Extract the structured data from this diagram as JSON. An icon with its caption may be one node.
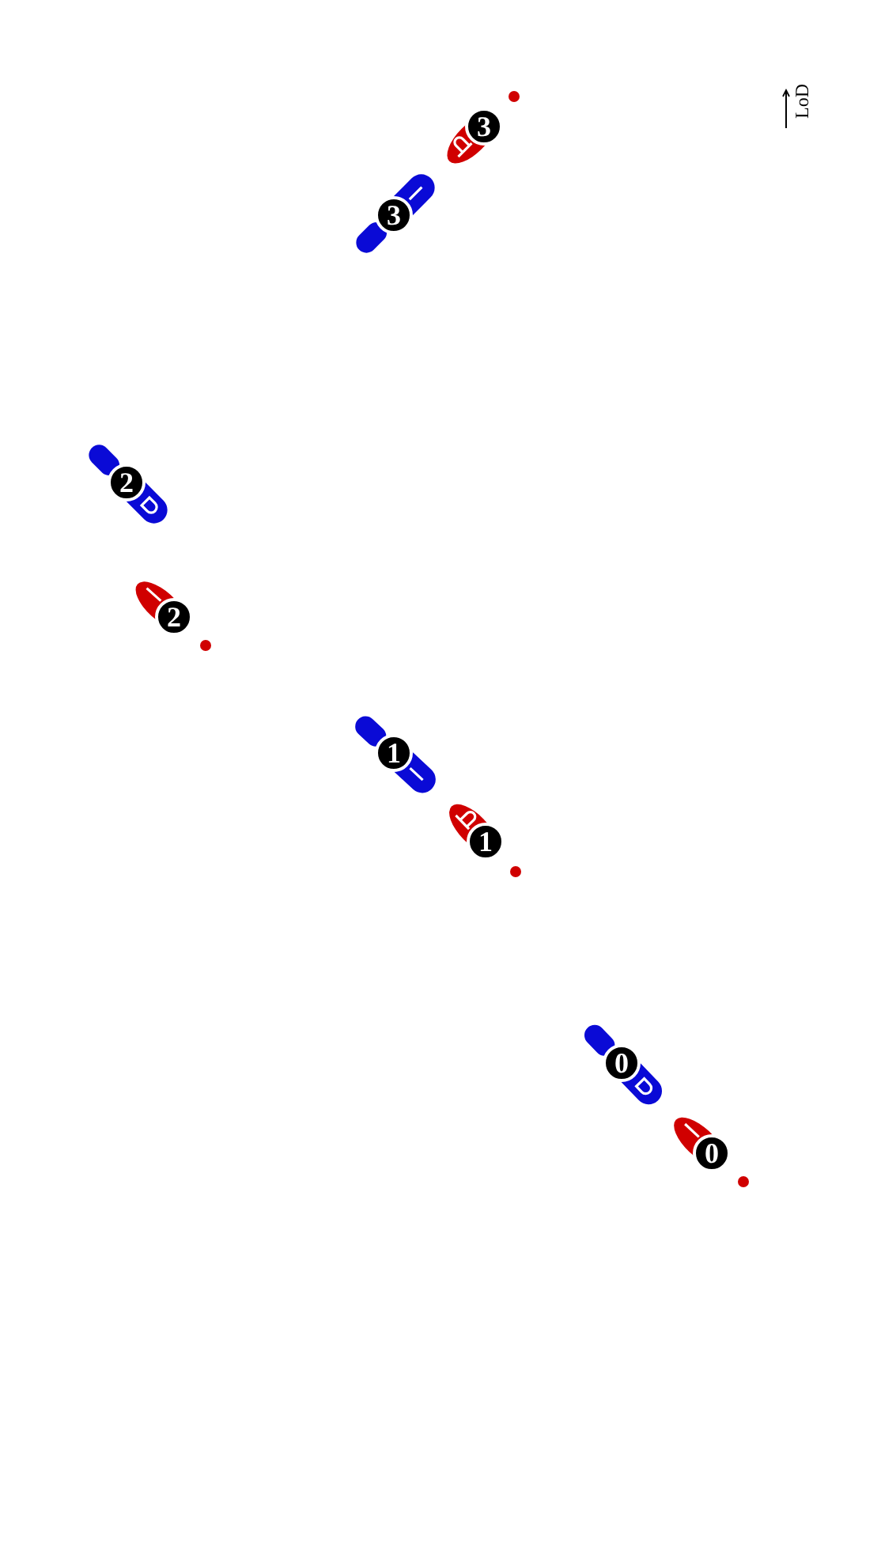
{
  "diagram": {
    "nodes": [
      {
        "text": [
          "3"
        ]
      },
      {
        "text": [
          "3"
        ]
      },
      {
        "text": [
          "2"
        ]
      },
      {
        "text": [
          "2"
        ]
      },
      {
        "text": [
          "1"
        ]
      },
      {
        "text": [
          "1"
        ]
      },
      {
        "text": [
          "0"
        ]
      },
      {
        "text": [
          "0"
        ]
      }
    ],
    "labels": [
      "LoD"
    ]
  }
}
